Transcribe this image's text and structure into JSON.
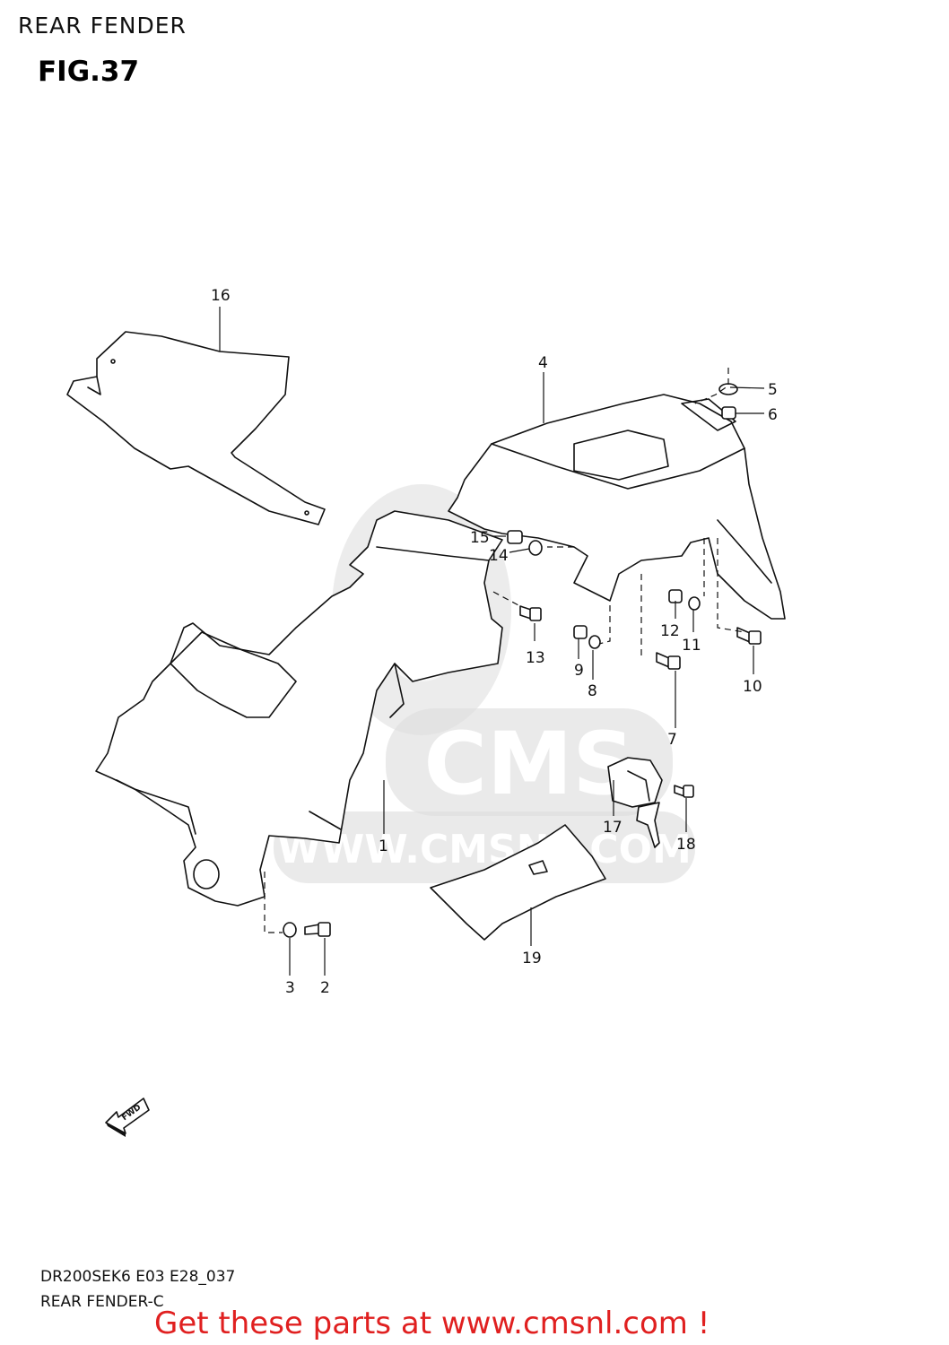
{
  "header": {
    "title": "REAR FENDER",
    "figure": "FIG.37"
  },
  "watermark": {
    "brand": "CMS",
    "url": "WWW.CMSNL.COM"
  },
  "fwd_arrow": {
    "label": "FWD"
  },
  "parts": [
    "1",
    "2",
    "3",
    "4",
    "5",
    "6",
    "7",
    "8",
    "9",
    "10",
    "11",
    "12",
    "13",
    "14",
    "15",
    "16",
    "17",
    "18",
    "19"
  ],
  "footer": {
    "code": "DR200SEK6 E03 E28_037",
    "subtitle": "REAR FENDER-C",
    "link": "Get these parts at www.cmsnl.com !"
  },
  "colors": {
    "link": "#e02020",
    "watermark": "#d9d9d9",
    "ink": "#111111"
  }
}
